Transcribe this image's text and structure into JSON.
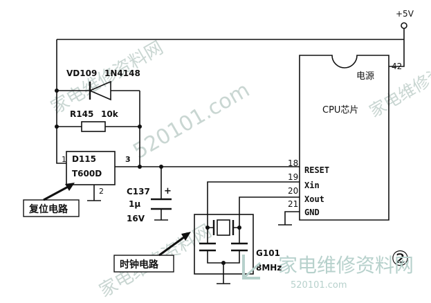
{
  "supply": {
    "label": "+5V"
  },
  "chip": {
    "name": "CPU芯片",
    "power_label": "电源",
    "pin_power": "42",
    "pins": [
      {
        "num": "18",
        "name": "RESET"
      },
      {
        "num": "19",
        "name": "Xin"
      },
      {
        "num": "20",
        "name": "Xout"
      },
      {
        "num": "21",
        "name": "GND"
      }
    ]
  },
  "diode": {
    "ref": "VD109",
    "part": "1N4148"
  },
  "resistor": {
    "ref": "R145",
    "value": "10k"
  },
  "reset_ic": {
    "ref": "D115",
    "part": "T600D",
    "pin1": "1",
    "pin2": "2",
    "pin3": "3"
  },
  "capacitor": {
    "ref": "C137",
    "value": "1μ",
    "voltage": "16V",
    "polarity": "+"
  },
  "crystal": {
    "ref": "G101",
    "freq": "8MHz"
  },
  "callouts": {
    "reset_circuit": "复位电路",
    "clock_circuit": "时钟电路"
  },
  "figure_mark": "②",
  "watermark": {
    "brand": "家电维修资料网",
    "url": "520101.com"
  },
  "colors": {
    "line": "#111111",
    "watermark": "#c9d6d2",
    "watermark_accent": "#b7d1cc"
  }
}
